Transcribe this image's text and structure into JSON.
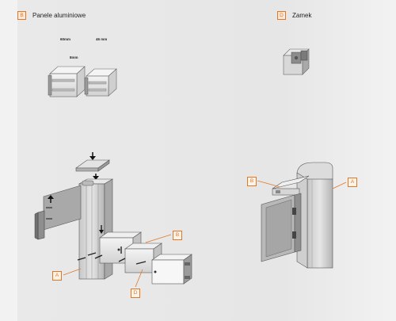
{
  "sections": {
    "panels": {
      "letter": "B",
      "title": "Panele aluminiowe"
    },
    "lock": {
      "letter": "D",
      "title": "Zamek"
    }
  },
  "dimensions": {
    "width_60": "60mm",
    "width_46": "46 mm",
    "thickness": "8mm"
  },
  "callouts": {
    "main_b": "B",
    "main_a": "A",
    "main_d": "D",
    "right_b": "B",
    "right_a": "A"
  },
  "colors": {
    "accent": "#e0782a",
    "metal": "#c9c9c9",
    "metal_dark": "#8c8c8c"
  }
}
